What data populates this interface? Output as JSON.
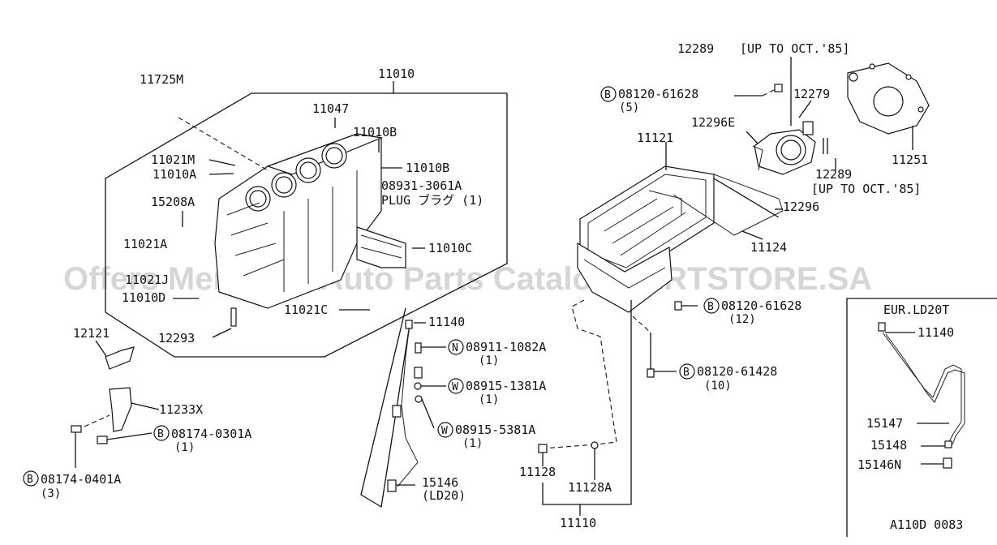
{
  "watermark": "Offers Merchant Auto Parts Catalog PARTSTORE.SA",
  "figure_code": "A110D 0083",
  "inset_title": "EUR.LD20T",
  "labels": {
    "p11010": "11010",
    "p11725M": "11725M",
    "p11047": "11047",
    "p11010B_1": "11010B",
    "p11010B_2": "11010B",
    "p11021M": "11021M",
    "p11010A": "11010A",
    "p08931": "08931-3061A",
    "plug": "PLUG ブラグ (1)",
    "p15208A": "15208A",
    "p11021A": "11021A",
    "p11021J": "11021J",
    "p11010D": "11010D",
    "p11010C": "11010C",
    "p11021C": "11021C",
    "p12121": "12121",
    "p12293": "12293",
    "p11233X": "11233X",
    "p08174_0301A": "08174-0301A",
    "q08174_0301A": "(1)",
    "p08174_0401A": "08174-0401A",
    "q08174_0401A": "(3)",
    "p11140": "11140",
    "p08911": "08911-1082A",
    "q08911": "(1)",
    "p08915_1381A": "08915-1381A",
    "q08915_1381A": "(1)",
    "p08915_5381A": "08915-5381A",
    "q08915_5381A": "(1)",
    "p15146": "15146",
    "p15146_note": "(LD20)",
    "p11128": "11128",
    "p11128A": "11128A",
    "p11110": "11110",
    "p12289_top": "12289",
    "up_to_oct_top": "[UP TO OCT.'85]",
    "p08120_61628_top": "08120-61628",
    "q08120_61628_top": "(5)",
    "p12279": "12279",
    "p12296E": "12296E",
    "p11121": "11121",
    "p11251": "11251",
    "p12289_mid": "12289",
    "up_to_oct_mid": "[UP TO OCT.'85]",
    "p12296": "12296",
    "p11124": "11124",
    "p08120_61628_bot": "08120-61628",
    "q08120_61628_bot": "(12)",
    "p08120_61428": "08120-61428",
    "q08120_61428": "(10)",
    "inset_11140": "11140",
    "inset_15147": "15147",
    "inset_15148": "15148",
    "inset_15146N": "15146N"
  },
  "circle_letters": {
    "b": "B",
    "n": "N",
    "w": "W"
  }
}
